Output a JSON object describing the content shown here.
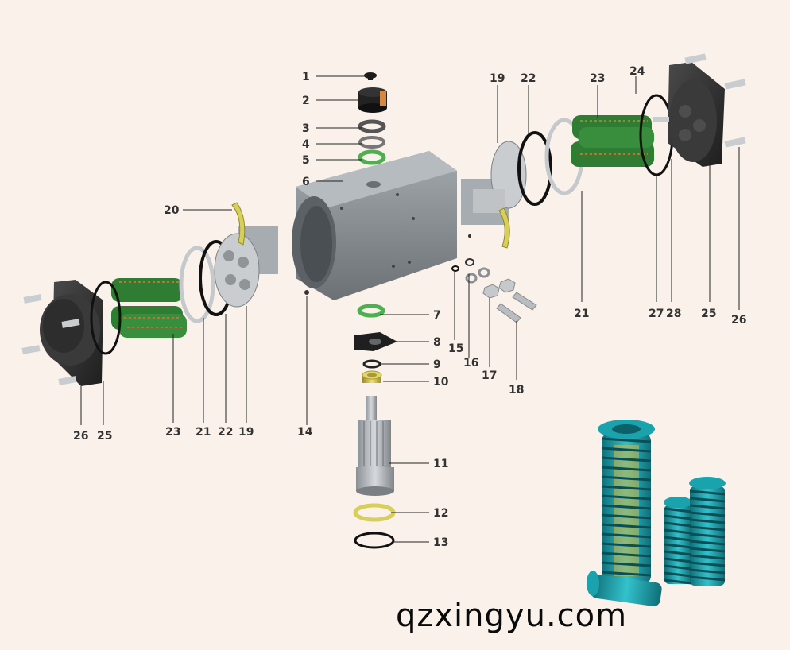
{
  "labels": {
    "l1": "1",
    "l2": "2",
    "l3": "3",
    "l4": "4",
    "l5": "5",
    "l6": "6",
    "l7": "7",
    "l8": "8",
    "l9": "9",
    "l10": "10",
    "l11": "11",
    "l12": "12",
    "l13": "13",
    "l14": "14",
    "l15": "15",
    "l16": "16",
    "l17": "17",
    "l18": "18",
    "l19a": "19",
    "l19b": "19",
    "l20": "20",
    "l21a": "21",
    "l21b": "21",
    "l22a": "22",
    "l22b": "22",
    "l23a": "23",
    "l23b": "23",
    "l24": "24",
    "l25a": "25",
    "l25b": "25",
    "l26a": "26",
    "l26b": "26",
    "l27": "27",
    "l28": "28"
  },
  "watermark": "qzxingyu.com",
  "colors": {
    "background": "#f9f1ea",
    "body": "#8c9196",
    "spring_green": "#2e7d32",
    "spring_coil": "#b07a3a",
    "o_ring_green": "#4caf50",
    "yellow_part": "#d8cf5a",
    "teal_spring": "#1a9aa5",
    "dark_part": "#2b2b2b"
  }
}
